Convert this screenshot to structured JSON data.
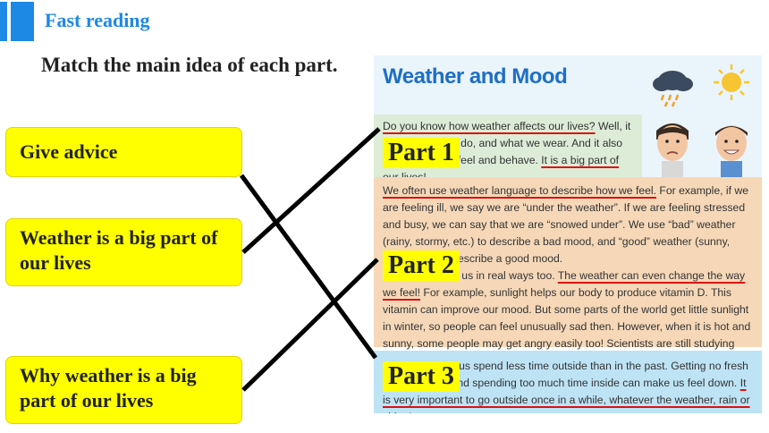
{
  "slide": {
    "heading": "Fast reading",
    "instruction": "Match the main idea of each part."
  },
  "ideas": [
    {
      "text": "Give advice"
    },
    {
      "text": "Weather is a big part of our lives"
    },
    {
      "text": "Why weather is a big part of our lives"
    }
  ],
  "parts": [
    {
      "label": "Part 1"
    },
    {
      "label": "Part 2"
    },
    {
      "label": "Part 3"
    }
  ],
  "article": {
    "title": "Weather and Mood",
    "p1": {
      "a": "Do you know how weather affects our lives?",
      "b": " Well, it affects what we do, and what we wear. And it also affects how we feel and behave. ",
      "c": "It is a big part of our lives!"
    },
    "p2": {
      "a": "We often use weather language to describe how we feel.",
      "b": " For example, if we are feeling ill, we say we are “under the weather”. If we are feeling stressed and busy, we can say that we are “snowed under”. We use “bad” weather (rainy, stormy, etc.) to describe a bad mood, and “good” weather (sunny, warm, etc.) to describe a good mood.",
      "c": "Weather affects us in real ways too. ",
      "d": "The weather can even change the way we feel!",
      "e": " For example, sunlight helps our body to produce vitamin D. This vitamin can improve our mood. But some parts of the world get little sunlight in winter, so people can feel unusually sad then. However, when it is hot and sunny, some people may get angry easily too! Scientists are still studying how the weather changes the way people feel and behave."
    },
    "p3": {
      "a": "Today, many of us spend less time outside than in the past. Getting no fresh air or sunlight and spending too much time inside can make us feel down. ",
      "b": "It is very important to go outside once in a while, whatever the weather, rain or shine!"
    }
  }
}
